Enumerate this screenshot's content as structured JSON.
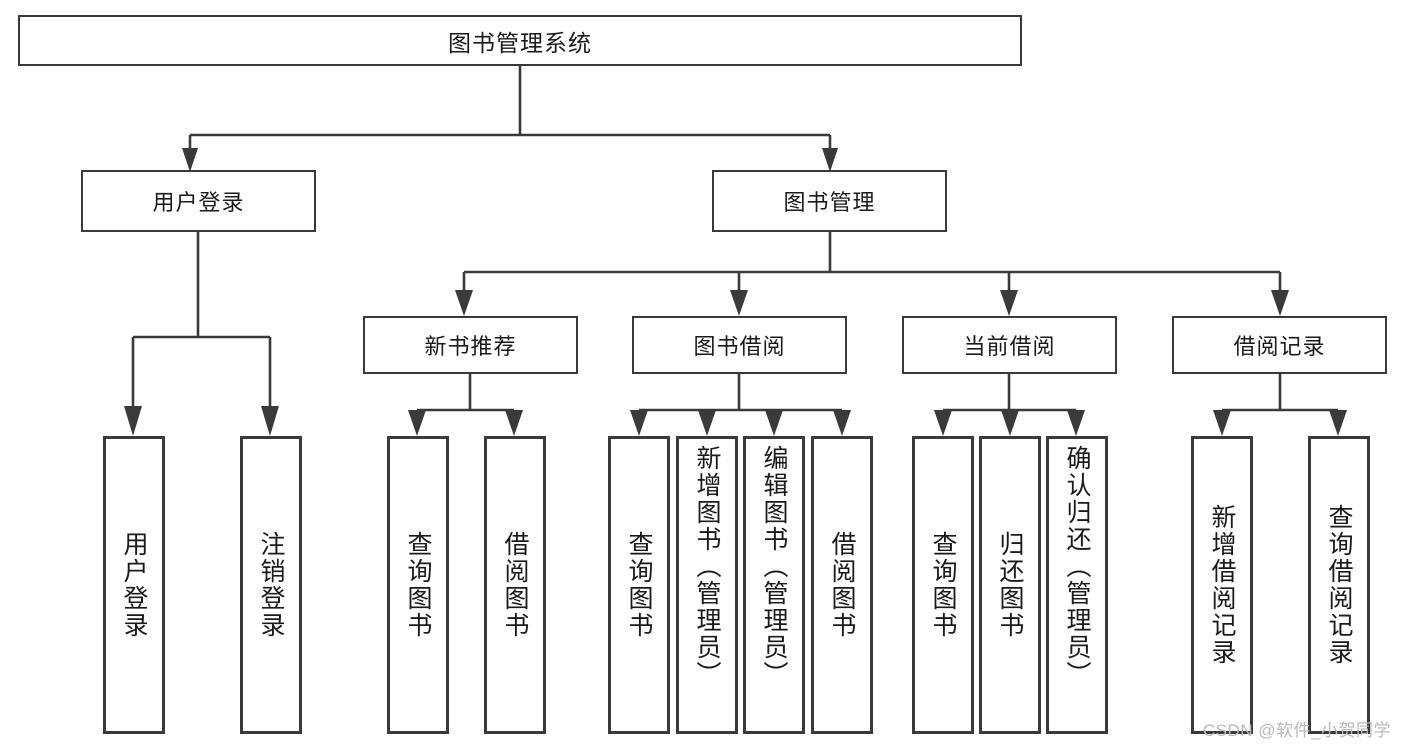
{
  "diagram": {
    "title": "图书管理系统",
    "type": "hierarchy-tree",
    "watermark": "CSDN @软件_小贺同学",
    "levels": 4,
    "root": {
      "label": "图书管理系统"
    },
    "level2": [
      {
        "label": "用户登录"
      },
      {
        "label": "图书管理"
      }
    ],
    "level3": [
      {
        "label": "新书推荐"
      },
      {
        "label": "图书借阅"
      },
      {
        "label": "当前借阅"
      },
      {
        "label": "借阅记录"
      }
    ],
    "leaves": {
      "user_login": [
        {
          "label": "用户登录"
        },
        {
          "label": "注销登录"
        }
      ],
      "new_book_recommend": [
        {
          "label": "查询图书"
        },
        {
          "label": "借阅图书"
        }
      ],
      "book_borrow": [
        {
          "label": "查询图书"
        },
        {
          "label": "新增图书（管理员）"
        },
        {
          "label": "编辑图书（管理员）"
        },
        {
          "label": "借阅图书"
        }
      ],
      "current_borrow": [
        {
          "label": "查询图书"
        },
        {
          "label": "归还图书"
        },
        {
          "label": "确认归还（管理员）"
        }
      ],
      "borrow_record": [
        {
          "label": "新增借阅记录"
        },
        {
          "label": "查询借阅记录"
        }
      ]
    },
    "colors": {
      "stroke": "#3a3a3a",
      "fill": "#ffffff",
      "text": "#1a1a1a",
      "watermark": "#b9b9b9"
    }
  }
}
